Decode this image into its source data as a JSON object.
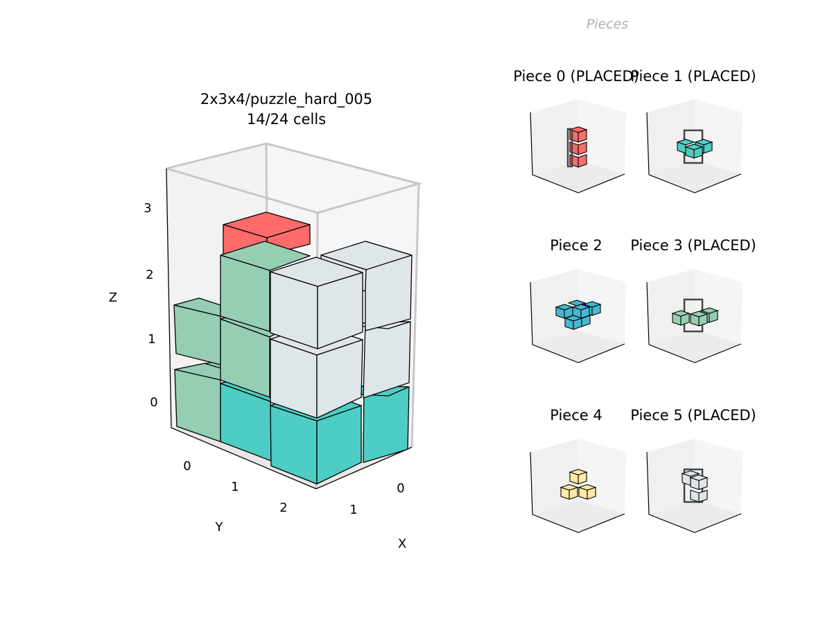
{
  "panel_heading": "Pieces",
  "puzzle": {
    "title": "2x3x4/puzzle_hard_005",
    "progress_text": "14/24 cells",
    "cells_filled": 14,
    "cells_total": 24,
    "dims": {
      "x": 2,
      "y": 3,
      "z": 4
    }
  },
  "axes": {
    "x_label": "X",
    "y_label": "Y",
    "z_label": "Z",
    "x_ticks": [
      "0",
      "1"
    ],
    "y_ticks": [
      "0",
      "1",
      "2"
    ],
    "z_ticks": [
      "0",
      "1",
      "2",
      "3"
    ]
  },
  "colors": {
    "piece_0": "#ff6b6b",
    "piece_1": "#4ecdc4",
    "piece_2": "#45b7d1",
    "piece_3": "#96ceb4",
    "piece_4": "#ffeaa7",
    "piece_5": "#dfe6e9"
  },
  "pieces": [
    {
      "id": 0,
      "title": "Piece 0 (PLACED)",
      "placed": true,
      "color": "#ff6b6b",
      "shape": "vertical-bar-3",
      "bounding_box": true
    },
    {
      "id": 1,
      "title": "Piece 1 (PLACED)",
      "placed": true,
      "color": "#4ecdc4",
      "shape": "flat-tromino",
      "bounding_box": true
    },
    {
      "id": 2,
      "title": "Piece 2",
      "placed": false,
      "color": "#45b7d1",
      "shape": "flat-tetromino",
      "bounding_box": false
    },
    {
      "id": 3,
      "title": "Piece 3 (PLACED)",
      "placed": true,
      "color": "#96ceb4",
      "shape": "flat-tromino",
      "bounding_box": true
    },
    {
      "id": 4,
      "title": "Piece 4",
      "placed": false,
      "color": "#ffeaa7",
      "shape": "l-tromino-3d",
      "bounding_box": false
    },
    {
      "id": 5,
      "title": "Piece 5 (PLACED)",
      "placed": true,
      "color": "#dfe6e9",
      "shape": "stacked-4",
      "bounding_box": true
    }
  ]
}
